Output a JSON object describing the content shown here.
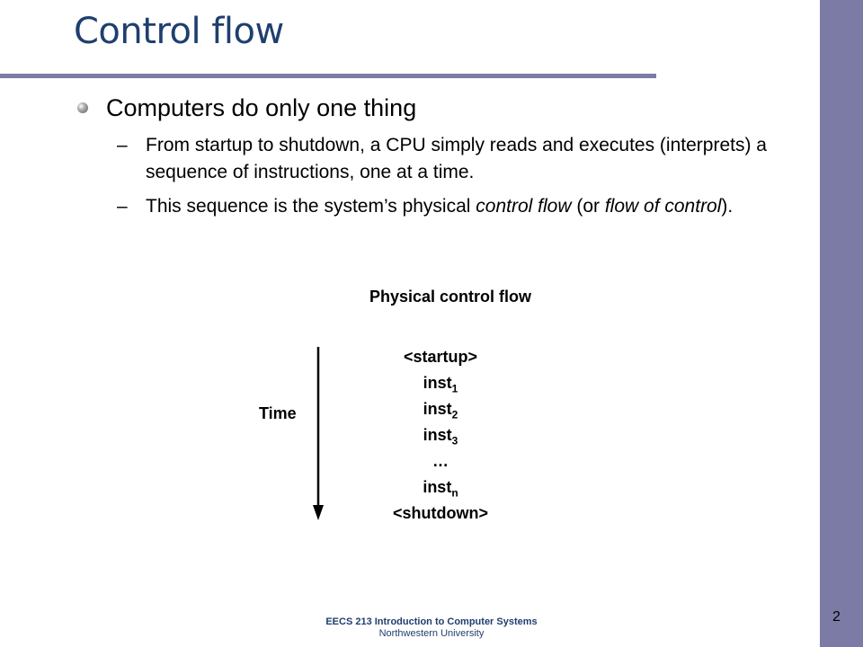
{
  "slide": {
    "title": "Control flow",
    "bullet": "Computers do only one thing",
    "subbullets": [
      {
        "dash": "–",
        "text": "From startup to shutdown, a CPU simply reads and executes (interprets) a sequence of instructions, one at a time."
      },
      {
        "dash": "–",
        "parts": [
          "This sequence is the system’s physical ",
          "control flow",
          " (or ",
          "flow of control",
          ")."
        ]
      }
    ]
  },
  "diagram": {
    "title": "Physical control flow",
    "axis_label": "Time",
    "sequence": [
      {
        "text": "<startup>",
        "sub": ""
      },
      {
        "text": "inst",
        "sub": "1"
      },
      {
        "text": "inst",
        "sub": "2"
      },
      {
        "text": "inst",
        "sub": "3"
      },
      {
        "text": "…",
        "sub": ""
      },
      {
        "text": "inst",
        "sub": "n"
      },
      {
        "text": "<shutdown>",
        "sub": ""
      }
    ]
  },
  "footer": {
    "line1": "EECS 213 Introduction to Computer Systems",
    "line2": "Northwestern University",
    "page_number": "2"
  },
  "colors": {
    "title": "#1f3f6e",
    "accent_bar": "#7b7ba6"
  }
}
